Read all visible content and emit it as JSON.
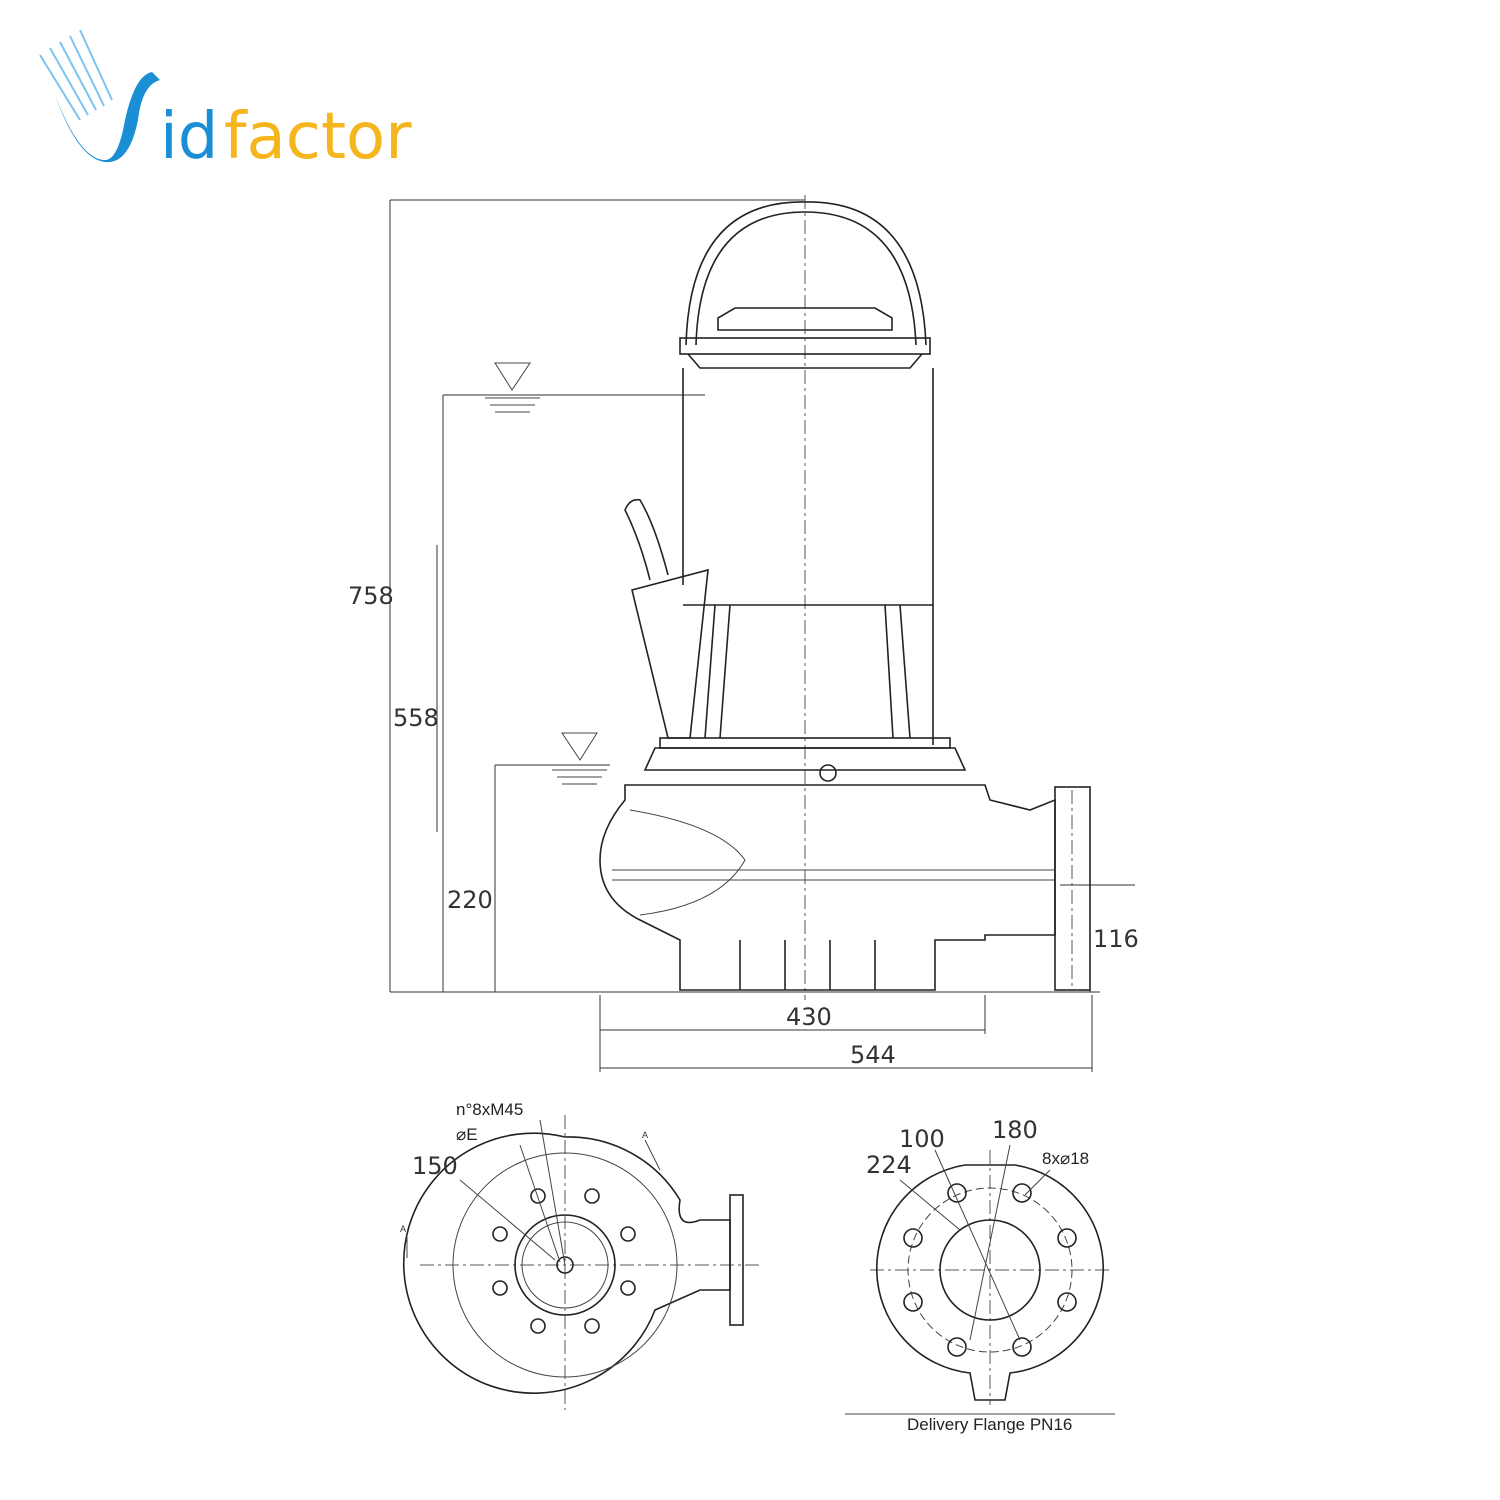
{
  "logo": {
    "text_id": "id",
    "text_factor": "factor",
    "full": "Vidfactor",
    "colors": {
      "blue": "#1a8fd6",
      "orange": "#f5b51c"
    }
  },
  "dimensions": {
    "total_height": "758",
    "max_water_level": "558",
    "min_water_level": "220",
    "outlet_height": "116",
    "base_width": "430",
    "total_width": "544"
  },
  "bottom_view": {
    "bolts": "n°8xM45",
    "diameter": "⌀E",
    "diameter_value": "150",
    "section_mark": "A"
  },
  "flange_view": {
    "d1": "100",
    "d2": "180",
    "d3": "224",
    "holes": "8x⌀18",
    "caption": "Delivery Flange PN16"
  }
}
